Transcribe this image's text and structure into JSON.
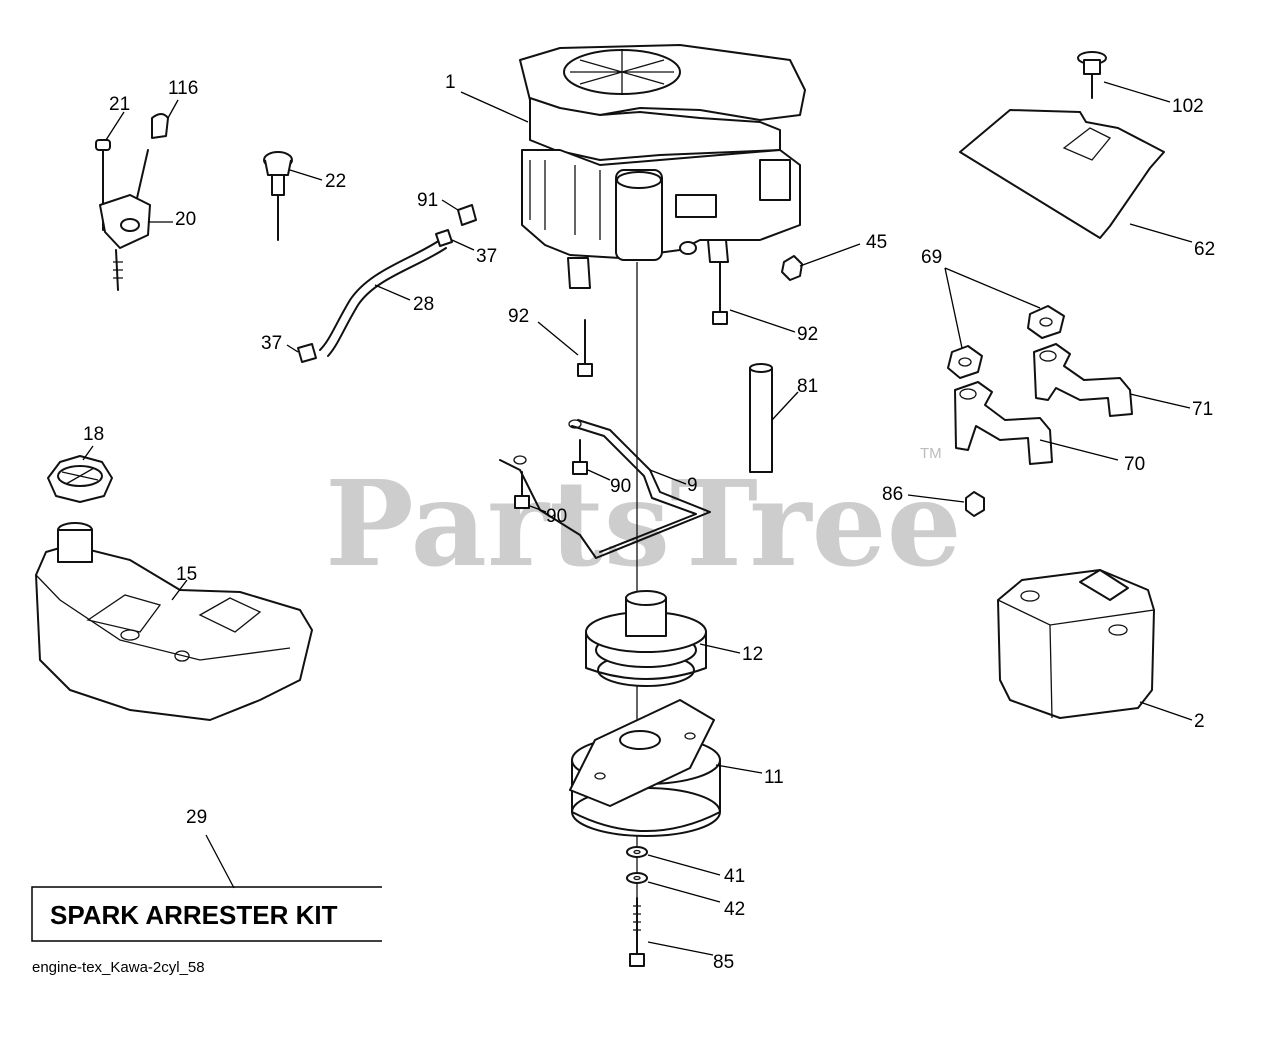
{
  "watermark": {
    "text": "PartsTree",
    "trademark": "TM"
  },
  "kit_box_label": "SPARK ARRESTER KIT",
  "drawing_ref": "engine-tex_Kawa-2cyl_58",
  "callouts": {
    "c1": "1",
    "c116": "116",
    "c21": "21",
    "c22": "22",
    "c20": "20",
    "c91": "91",
    "c37a": "37",
    "c37b": "37",
    "c28": "28",
    "c45": "45",
    "c102": "102",
    "c62": "62",
    "c69": "69",
    "c92a": "92",
    "c92b": "92",
    "c81": "81",
    "c71": "71",
    "c70": "70",
    "c18": "18",
    "c9": "9",
    "c90a": "90",
    "c90b": "90",
    "c86": "86",
    "c15": "15",
    "c12": "12",
    "c2": "2",
    "c11": "11",
    "c29": "29",
    "c41": "41",
    "c42": "42",
    "c85": "85"
  }
}
